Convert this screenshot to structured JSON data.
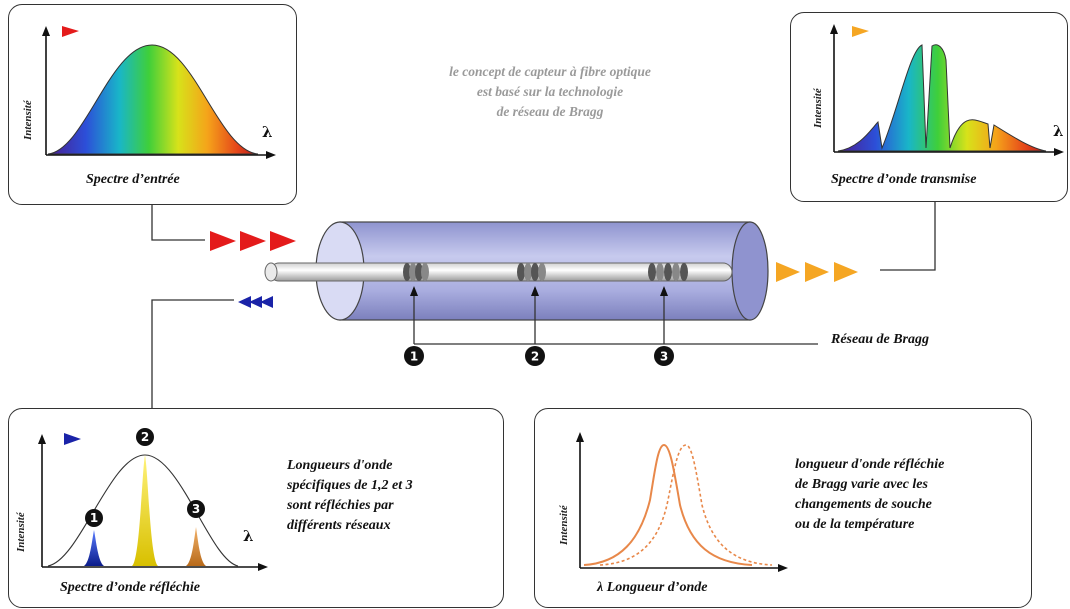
{
  "title_lines": [
    "le concept de capteur à fibre optique",
    "est basé sur la technologie",
    "de réseau de Bragg"
  ],
  "input_panel": {
    "caption": "Spectre d’entrée",
    "ylabel": "Intensité",
    "xlabel": "λ"
  },
  "transmitted_panel": {
    "caption": "Spectre d’onde transmise",
    "ylabel": "Intensité",
    "xlabel": "λ"
  },
  "reflected_panel": {
    "caption": "Spectre d’onde réfléchie",
    "ylabel": "Intensité",
    "xlabel": "λ",
    "markers": [
      "1",
      "2",
      "3"
    ],
    "desc_lines": [
      "Longueurs d'onde",
      "spécifiques de 1,2 et 3",
      "sont réfléchies par",
      "différents réseaux"
    ]
  },
  "shift_panel": {
    "caption": "λ Longueur d’onde",
    "ylabel": "Intensité",
    "desc_lines": [
      "longueur d'onde réfléchie",
      "de Bragg varie avec les",
      "changements de souche",
      "ou de la température"
    ]
  },
  "grating_label": "Réseau de Bragg",
  "grating_markers": [
    "1",
    "2",
    "3"
  ],
  "colors": {
    "input_arrow": "#e41b1b",
    "output_arrow": "#f5a623",
    "reflected_arrow": "#1a23a8",
    "fiber_body": "#b9bde6",
    "shift_curve": "#e8884a"
  }
}
